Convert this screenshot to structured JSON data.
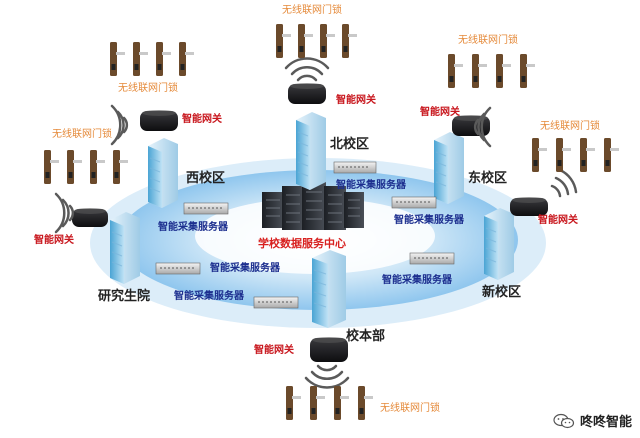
{
  "labels": {
    "lock": "无线联网门锁",
    "gateway": "智能网关",
    "server": "智能采集服务器",
    "center": "学校数据服务中心"
  },
  "campuses": {
    "north": "北校区",
    "west": "西校区",
    "east": "东校区",
    "graduate": "研究生院",
    "new": "新校区",
    "main": "校本部"
  },
  "watermark": "咚咚智能",
  "colors": {
    "ellipse_outer": "#d7ebf8",
    "ellipse_mid": "#b4d9f3",
    "ellipse_inner": "#e9f5fc",
    "lock_label": "#e58a3a",
    "gateway_label": "#c8161d",
    "server_label": "#1d2f8f",
    "center_label": "#d8201f"
  }
}
